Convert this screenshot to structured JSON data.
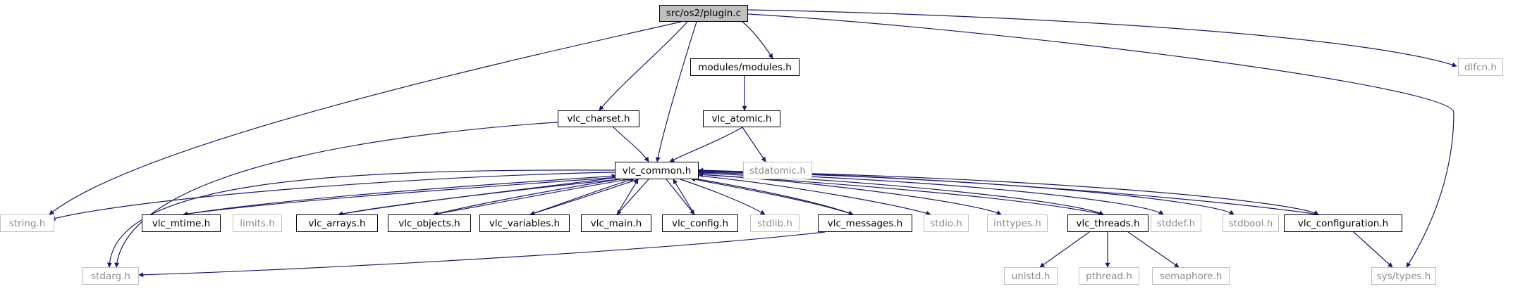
{
  "diagram": {
    "title_node": "src/os2/plugin.c",
    "edge_color": "#191970",
    "nodes": {
      "root": "src/os2/plugin.c",
      "modules": "modules/modules.h",
      "dlfcn": "dlfcn.h",
      "charset": "vlc_charset.h",
      "atomic": "vlc_atomic.h",
      "stdatomic": "stdatomic.h",
      "common": "vlc_common.h",
      "string": "string.h",
      "mtime": "vlc_mtime.h",
      "limits": "limits.h",
      "arrays": "vlc_arrays.h",
      "objects": "vlc_objects.h",
      "variables": "vlc_variables.h",
      "main": "vlc_main.h",
      "config": "vlc_config.h",
      "stdlib": "stdlib.h",
      "messages": "vlc_messages.h",
      "stdio": "stdio.h",
      "inttypes": "inttypes.h",
      "threads": "vlc_threads.h",
      "stddef": "stddef.h",
      "stdbool": "stdbool.h",
      "configuration": "vlc_configuration.h",
      "stdarg": "stdarg.h",
      "unistd": "unistd.h",
      "pthread": "pthread.h",
      "semaphore": "semaphore.h",
      "systypes": "sys/types.h"
    }
  }
}
